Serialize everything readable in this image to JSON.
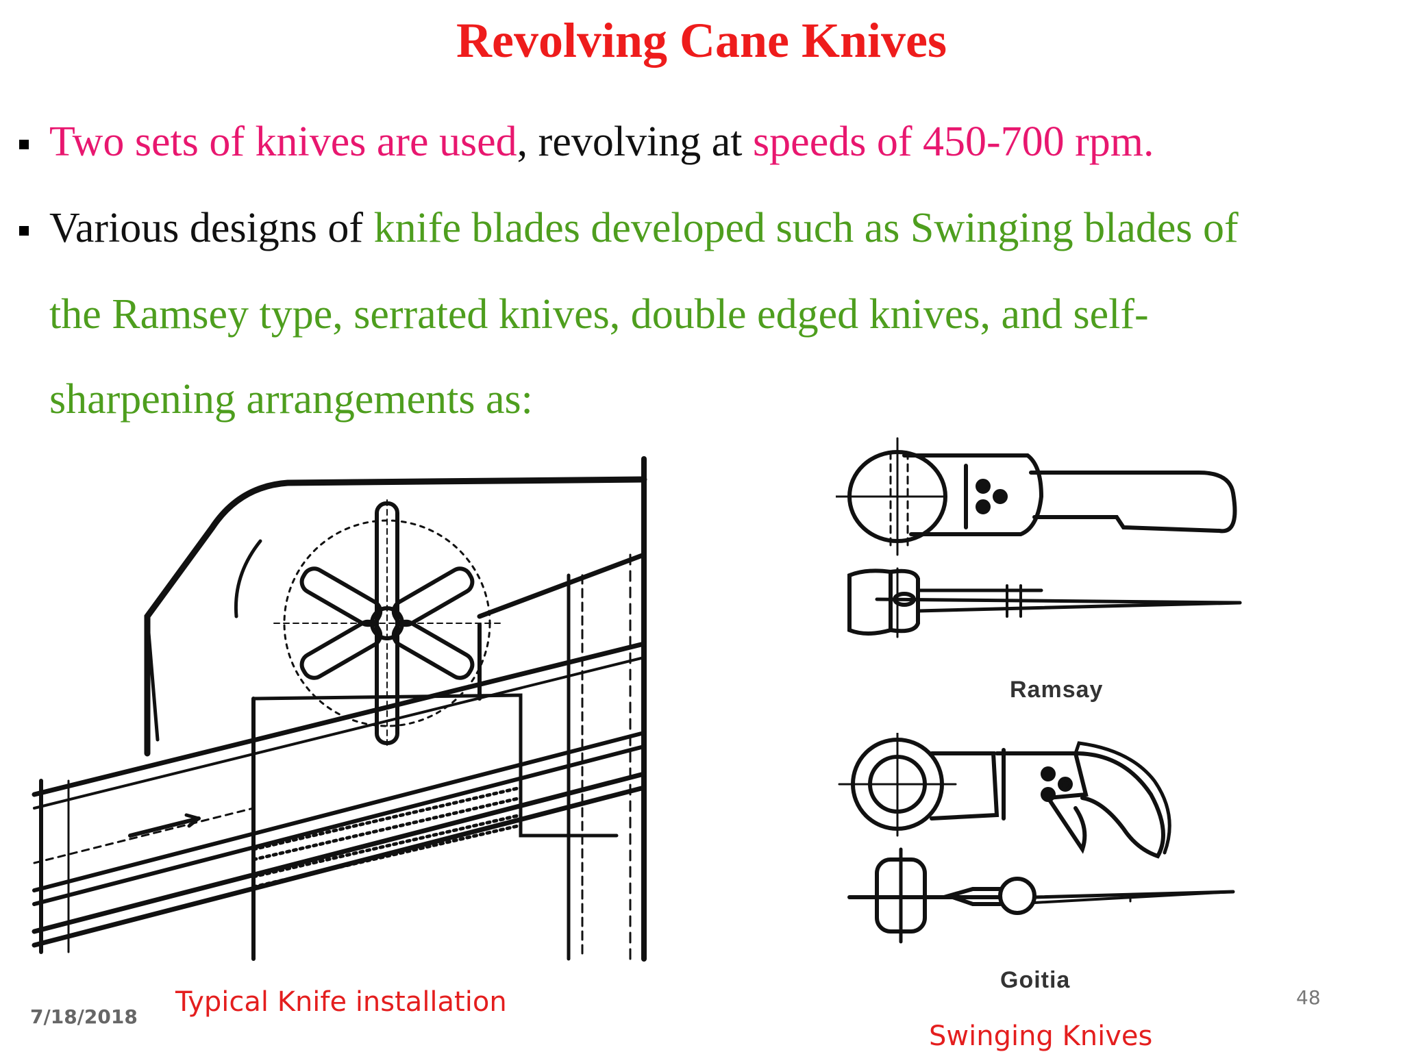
{
  "slide": {
    "title": "Revolving Cane Knives",
    "bullet1": {
      "part1": "Two sets of knives are used",
      "part2": ", revolving  at ",
      "part3": "speeds of 450-700 rpm."
    },
    "bullet2": {
      "part1": "Various designs of ",
      "part2": "knife blades developed such as Swinging blades of",
      "line2": "the Ramsey type, serrated knives, double edged knives, and self-",
      "line3": "sharpening arrangements as:"
    },
    "diagram_labels": {
      "ramsay": "Ramsay",
      "goitia": "Goitia"
    },
    "captions": {
      "installation": "Typical Knife installation",
      "swinging": "Swinging Knives"
    },
    "footer": {
      "date": "7/18/2018",
      "page_number": "48"
    },
    "colors": {
      "title": "#ee1c1c",
      "highlight_pink": "#e8176f",
      "highlight_green": "#4e9e1e",
      "caption": "#e41e1e"
    }
  }
}
